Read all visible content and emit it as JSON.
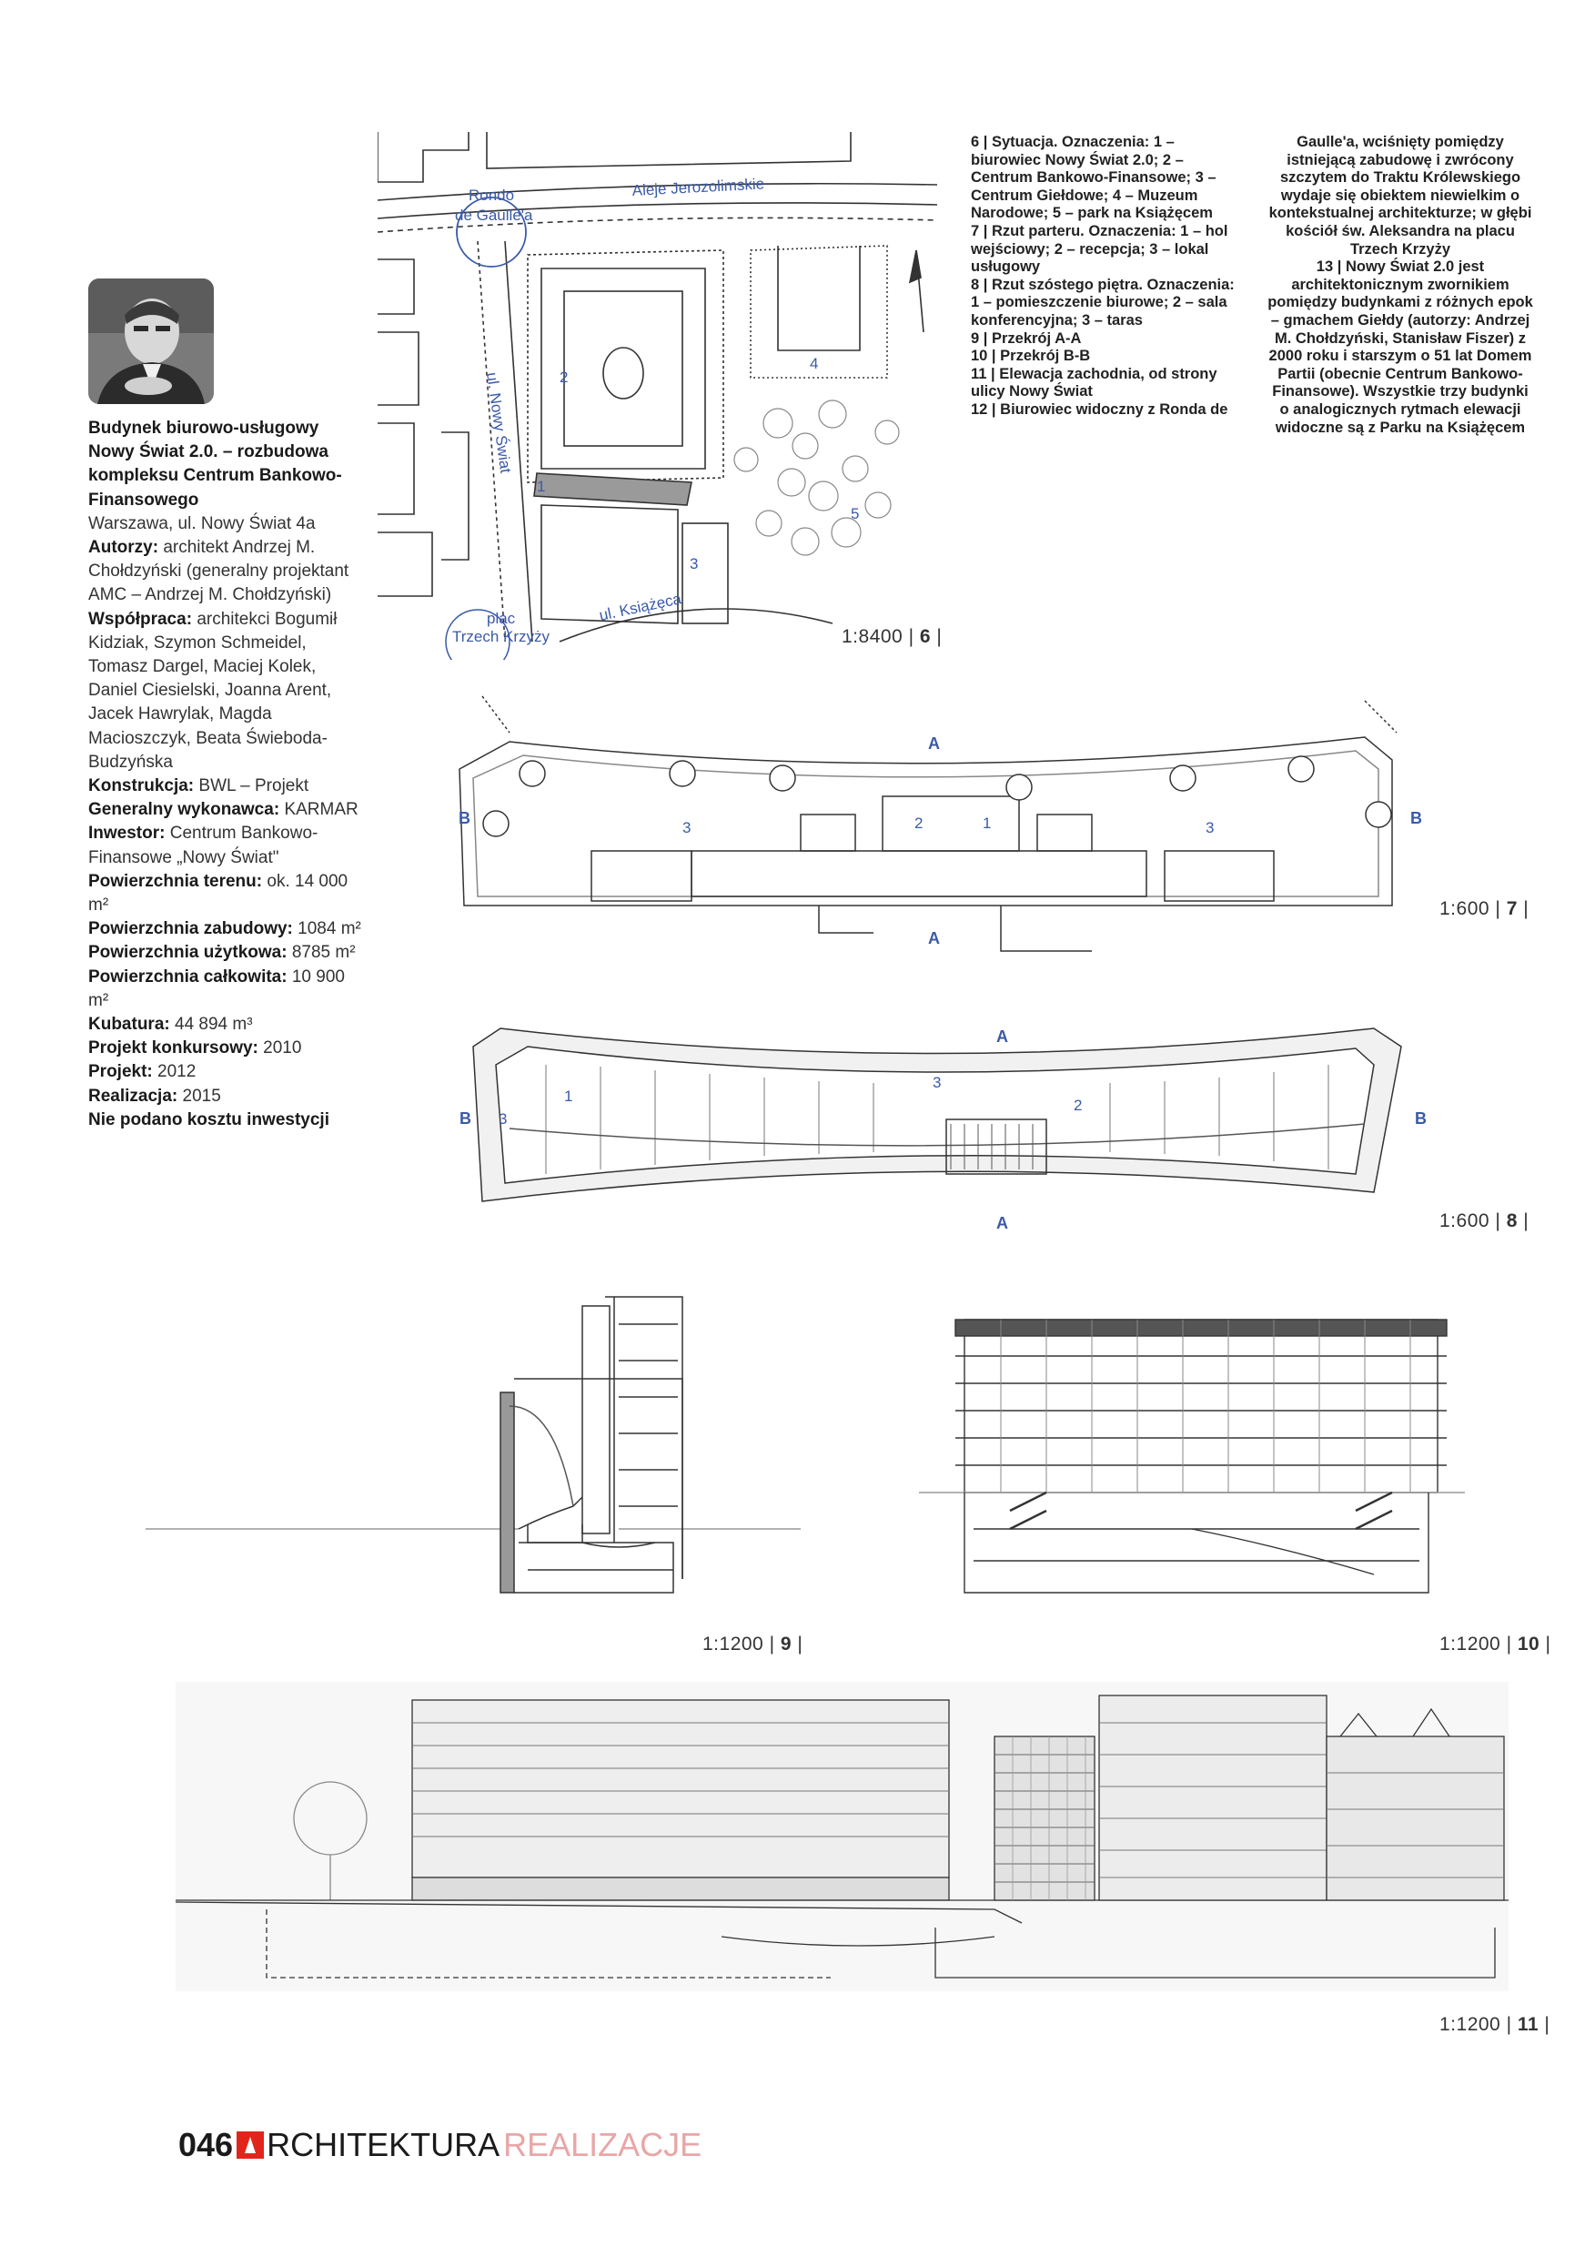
{
  "project": {
    "title": "Budynek biurowo-usługowy Nowy Świat 2.0. – rozbudowa kompleksu Centrum Bankowo-Finansowego",
    "address": "Warszawa, ul. Nowy Świat 4a",
    "fields": [
      {
        "label": "Autorzy:",
        "value": "architekt Andrzej M. Chołdzyński (generalny projektant AMC – Andrzej M. Chołdzyński)"
      },
      {
        "label": "Współpraca:",
        "value": "architekci Bogumił Kidziak, Szymon Schmeidel, Tomasz Dargel, Maciej Kolek, Daniel Ciesielski, Joanna Arent, Jacek Hawrylak, Magda Macioszczyk, Beata Świeboda-Budzyńska"
      },
      {
        "label": "Konstrukcja:",
        "value": "BWL – Projekt"
      },
      {
        "label": "Generalny wykonawca:",
        "value": "KARMAR"
      },
      {
        "label": "Inwestor:",
        "value": "Centrum Bankowo-Finansowe „Nowy Świat\""
      },
      {
        "label": "Powierzchnia terenu:",
        "value": "ok. 14 000 m²"
      },
      {
        "label": "Powierzchnia zabudowy:",
        "value": "1084 m²"
      },
      {
        "label": "Powierzchnia użytkowa:",
        "value": "8785 m²"
      },
      {
        "label": "Powierzchnia całkowita:",
        "value": "10 900 m²"
      },
      {
        "label": "Kubatura:",
        "value": "44 894 m³"
      },
      {
        "label": "Projekt konkursowy:",
        "value": "2010"
      },
      {
        "label": "Projekt:",
        "value": "2012"
      },
      {
        "label": "Realizacja:",
        "value": "2015"
      }
    ],
    "cost_note": "Nie podano kosztu inwestycji"
  },
  "captions": {
    "col1": [
      {
        "num": "6 |",
        "text": "Sytuacja. Oznaczenia: 1 – biurowiec Nowy Świat 2.0; 2 – Centrum Bankowo-Finansowe; 3 – Centrum Giełdowe; 4 – Muzeum Narodowe; 5 – park na Książęcem"
      },
      {
        "num": "7 |",
        "text": "Rzut parteru. Oznaczenia: 1 – hol wejściowy; 2 – recepcja; 3 – lokal usługowy"
      },
      {
        "num": "8 |",
        "text": "Rzut szóstego piętra. Oznaczenia: 1 – pomieszczenie biurowe; 2 – sala konferencyjna; 3 – taras"
      },
      {
        "num": "9 |",
        "text": "Przekrój A-A"
      },
      {
        "num": "10 |",
        "text": "Przekrój B-B"
      },
      {
        "num": "11 |",
        "text": "Elewacja zachodnia, od strony ulicy Nowy Świat"
      },
      {
        "num": "12 |",
        "text": "Biurowiec widoczny z Ronda de"
      }
    ],
    "col2": "Gaulle'a, wciśnięty pomiędzy istniejącą zabudowę i zwrócony szczytem do Traktu Królewskiego wydaje się obiektem niewielkim o kontekstualnej architekturze; w głębi kościół św. Aleksandra na placu Trzech Krzyży",
    "col2_num": "13 |",
    "col2b": "Nowy Świat 2.0 jest architektonicznym zwornikiem pomiędzy budynkami z różnych epok – gmachem Giełdy (autorzy: Andrzej M. Chołdzyński, Stanisław Fiszer) z 2000 roku i starszym o 51 lat Domem Partii (obecnie Centrum Bankowo-Finansowe). Wszystkie trzy budynki o analogicznych rytmach elewacji widoczne są z Parku na Książęcem"
  },
  "site_plan": {
    "labels": {
      "rondo": "Rondo",
      "de_gaulle": "de Gaulle'a",
      "aleje": "Aleje Jerozolimskie",
      "nowy_swiat": "ul. Nowy Świat",
      "plac": "plac",
      "trzech_krzyzy": "Trzech Krzyży",
      "ksiazeca": "ul. Książęca"
    },
    "numbers": [
      "1",
      "2",
      "3",
      "4",
      "5"
    ]
  },
  "plan_labels": {
    "A": "A",
    "B": "B",
    "n1": "1",
    "n2": "2",
    "n3": "3"
  },
  "scales": {
    "s6": "1:8400",
    "s7": "1:600",
    "s8": "1:600",
    "s9": "1:1200",
    "s10": "1:1200",
    "s11": "1:1200"
  },
  "fig_numbers": {
    "f6": "6",
    "f7": "7",
    "f8": "8",
    "f9": "9",
    "f10": "10",
    "f11": "11"
  },
  "footer": {
    "page": "046",
    "brand": "RCHITEKTURA",
    "section": "REALIZACJE"
  }
}
